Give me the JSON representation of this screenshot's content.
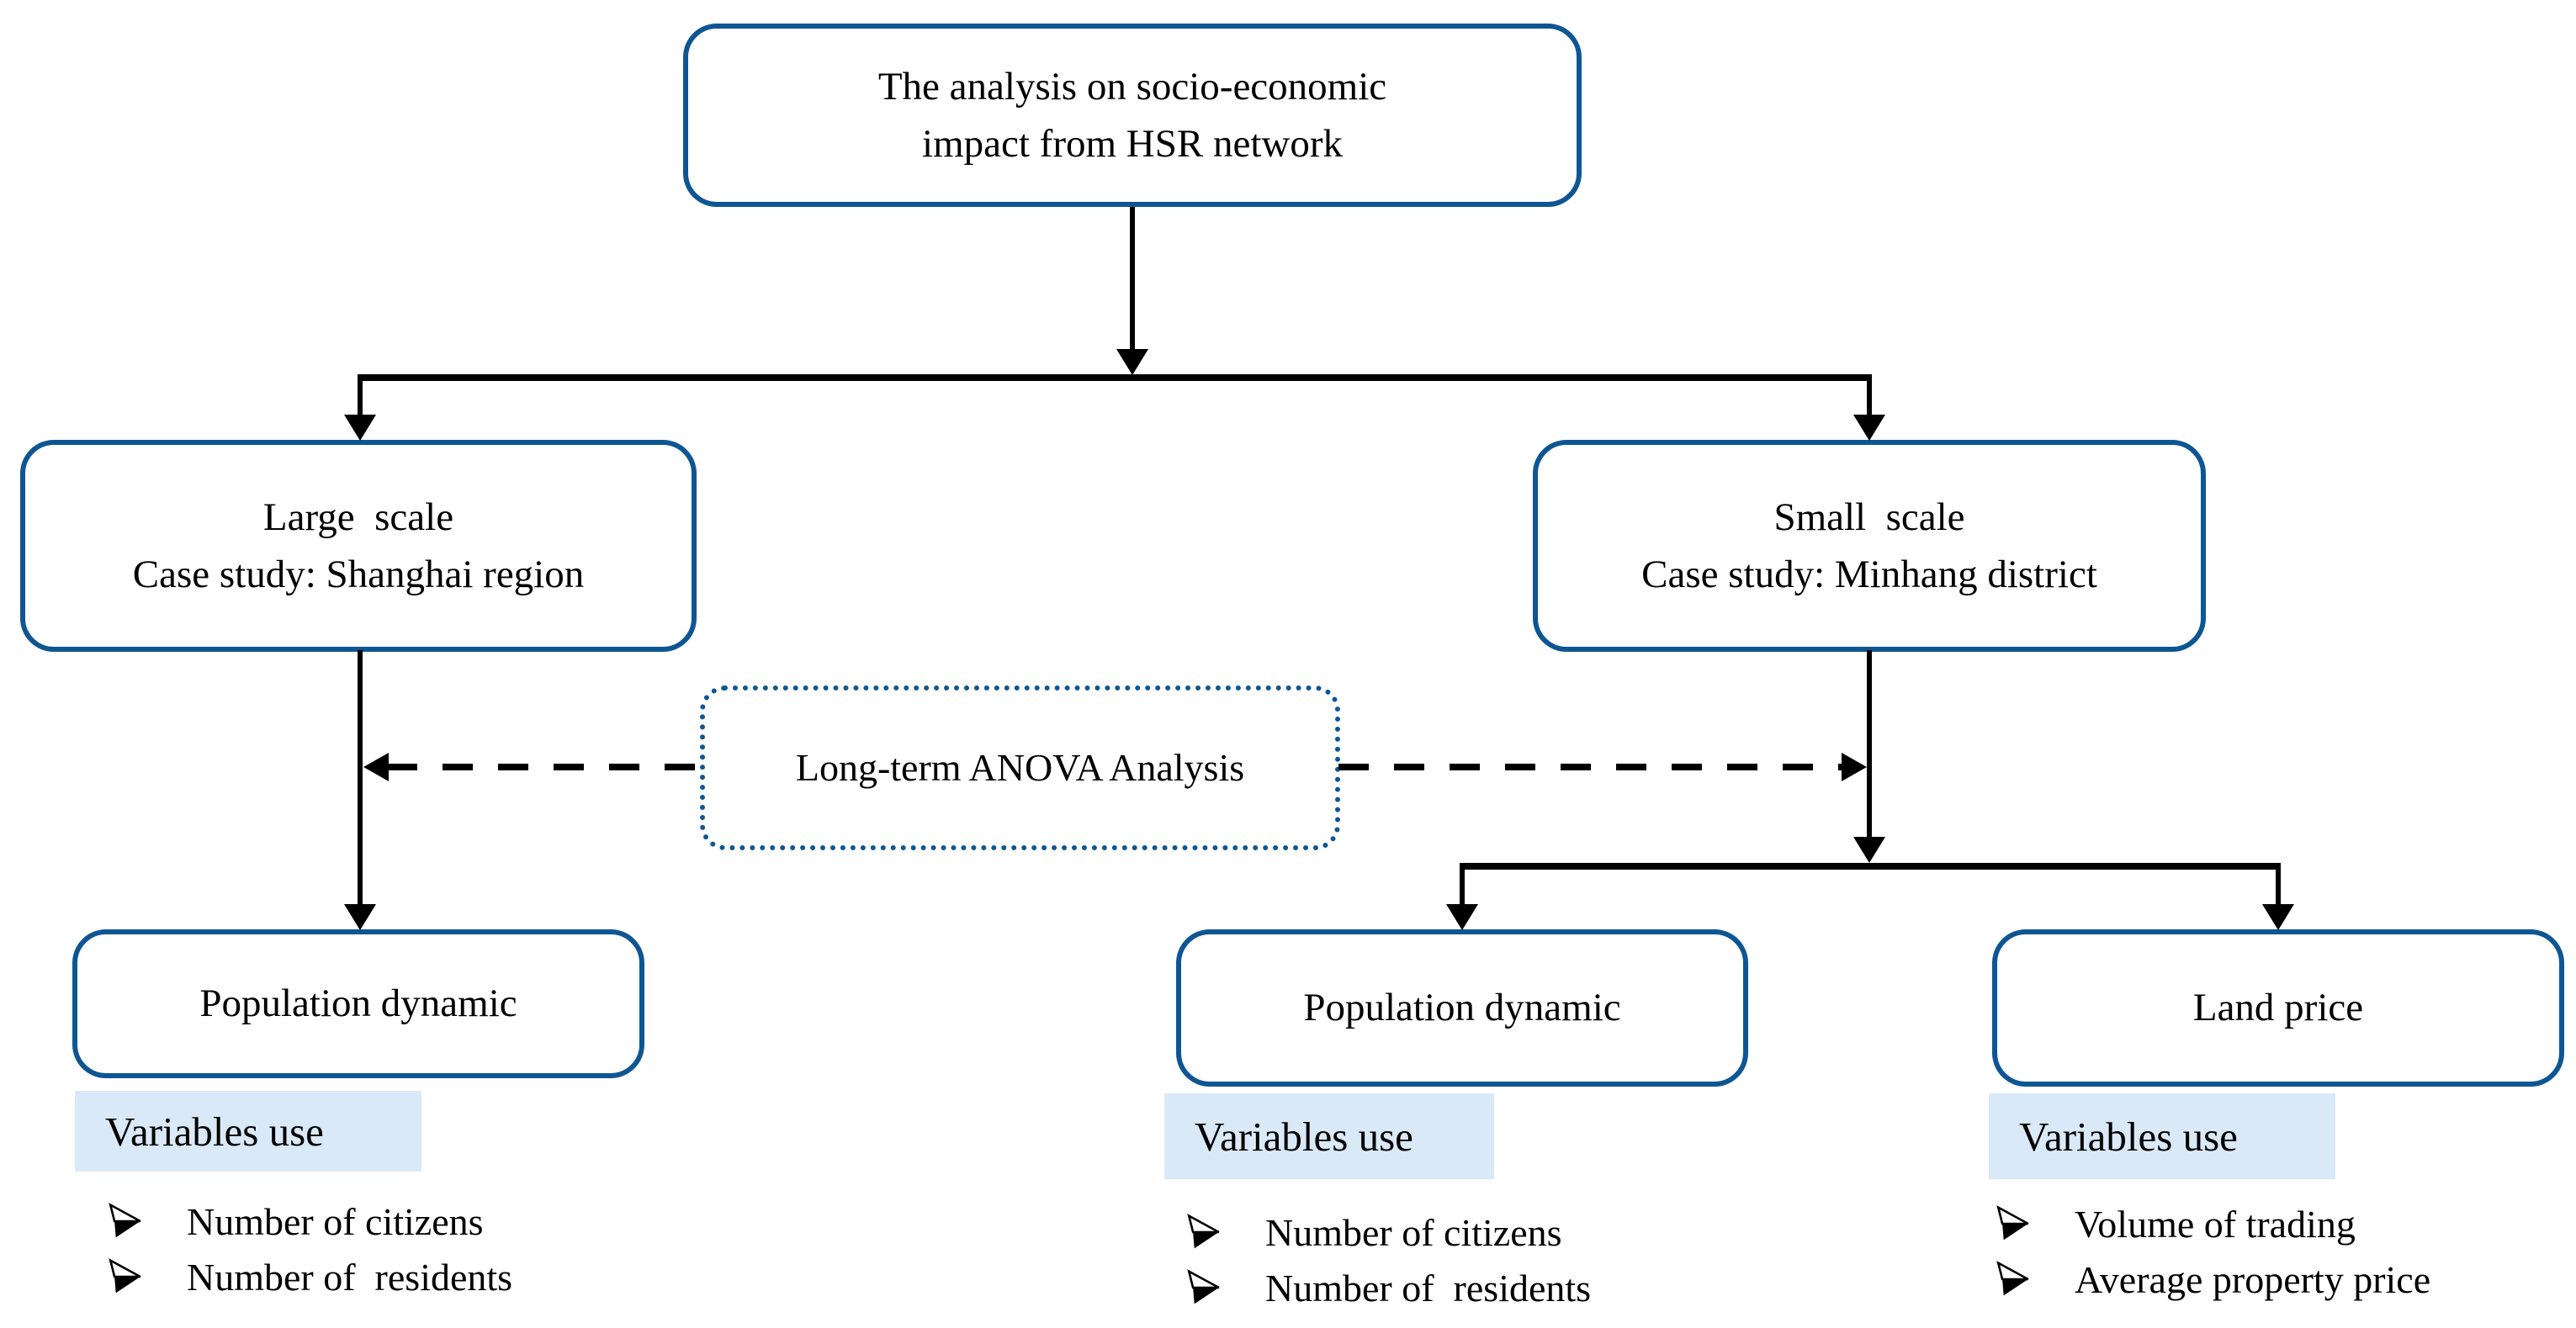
{
  "nodes": {
    "root": {
      "line1": "The analysis on socio-economic",
      "line2": "impact from HSR network"
    },
    "large_scale": {
      "line1": "Large  scale",
      "line2": "Case study: Shanghai region"
    },
    "small_scale": {
      "line1": "Small  scale",
      "line2": "Case study: Minhang district"
    },
    "anova": {
      "label": "Long-term ANOVA Analysis"
    },
    "population_left": {
      "label": "Population dynamic"
    },
    "population_mid": {
      "label": "Population dynamic"
    },
    "land_price": {
      "label": "Land price"
    }
  },
  "variables_sections": {
    "left": {
      "heading": "Variables use",
      "items": [
        "Number of citizens",
        "Number of  residents"
      ]
    },
    "mid": {
      "heading": "Variables use",
      "items": [
        "Number of citizens",
        "Number of  residents"
      ]
    },
    "right": {
      "heading": "Variables use",
      "items": [
        "Volume of trading",
        "Average property price"
      ]
    }
  },
  "icons": {
    "list_bullet": "➢"
  },
  "colors": {
    "box_border_blue": "#0E5693",
    "label_bg_light_blue": "#DAE9F7",
    "connector_black": "#000000"
  }
}
